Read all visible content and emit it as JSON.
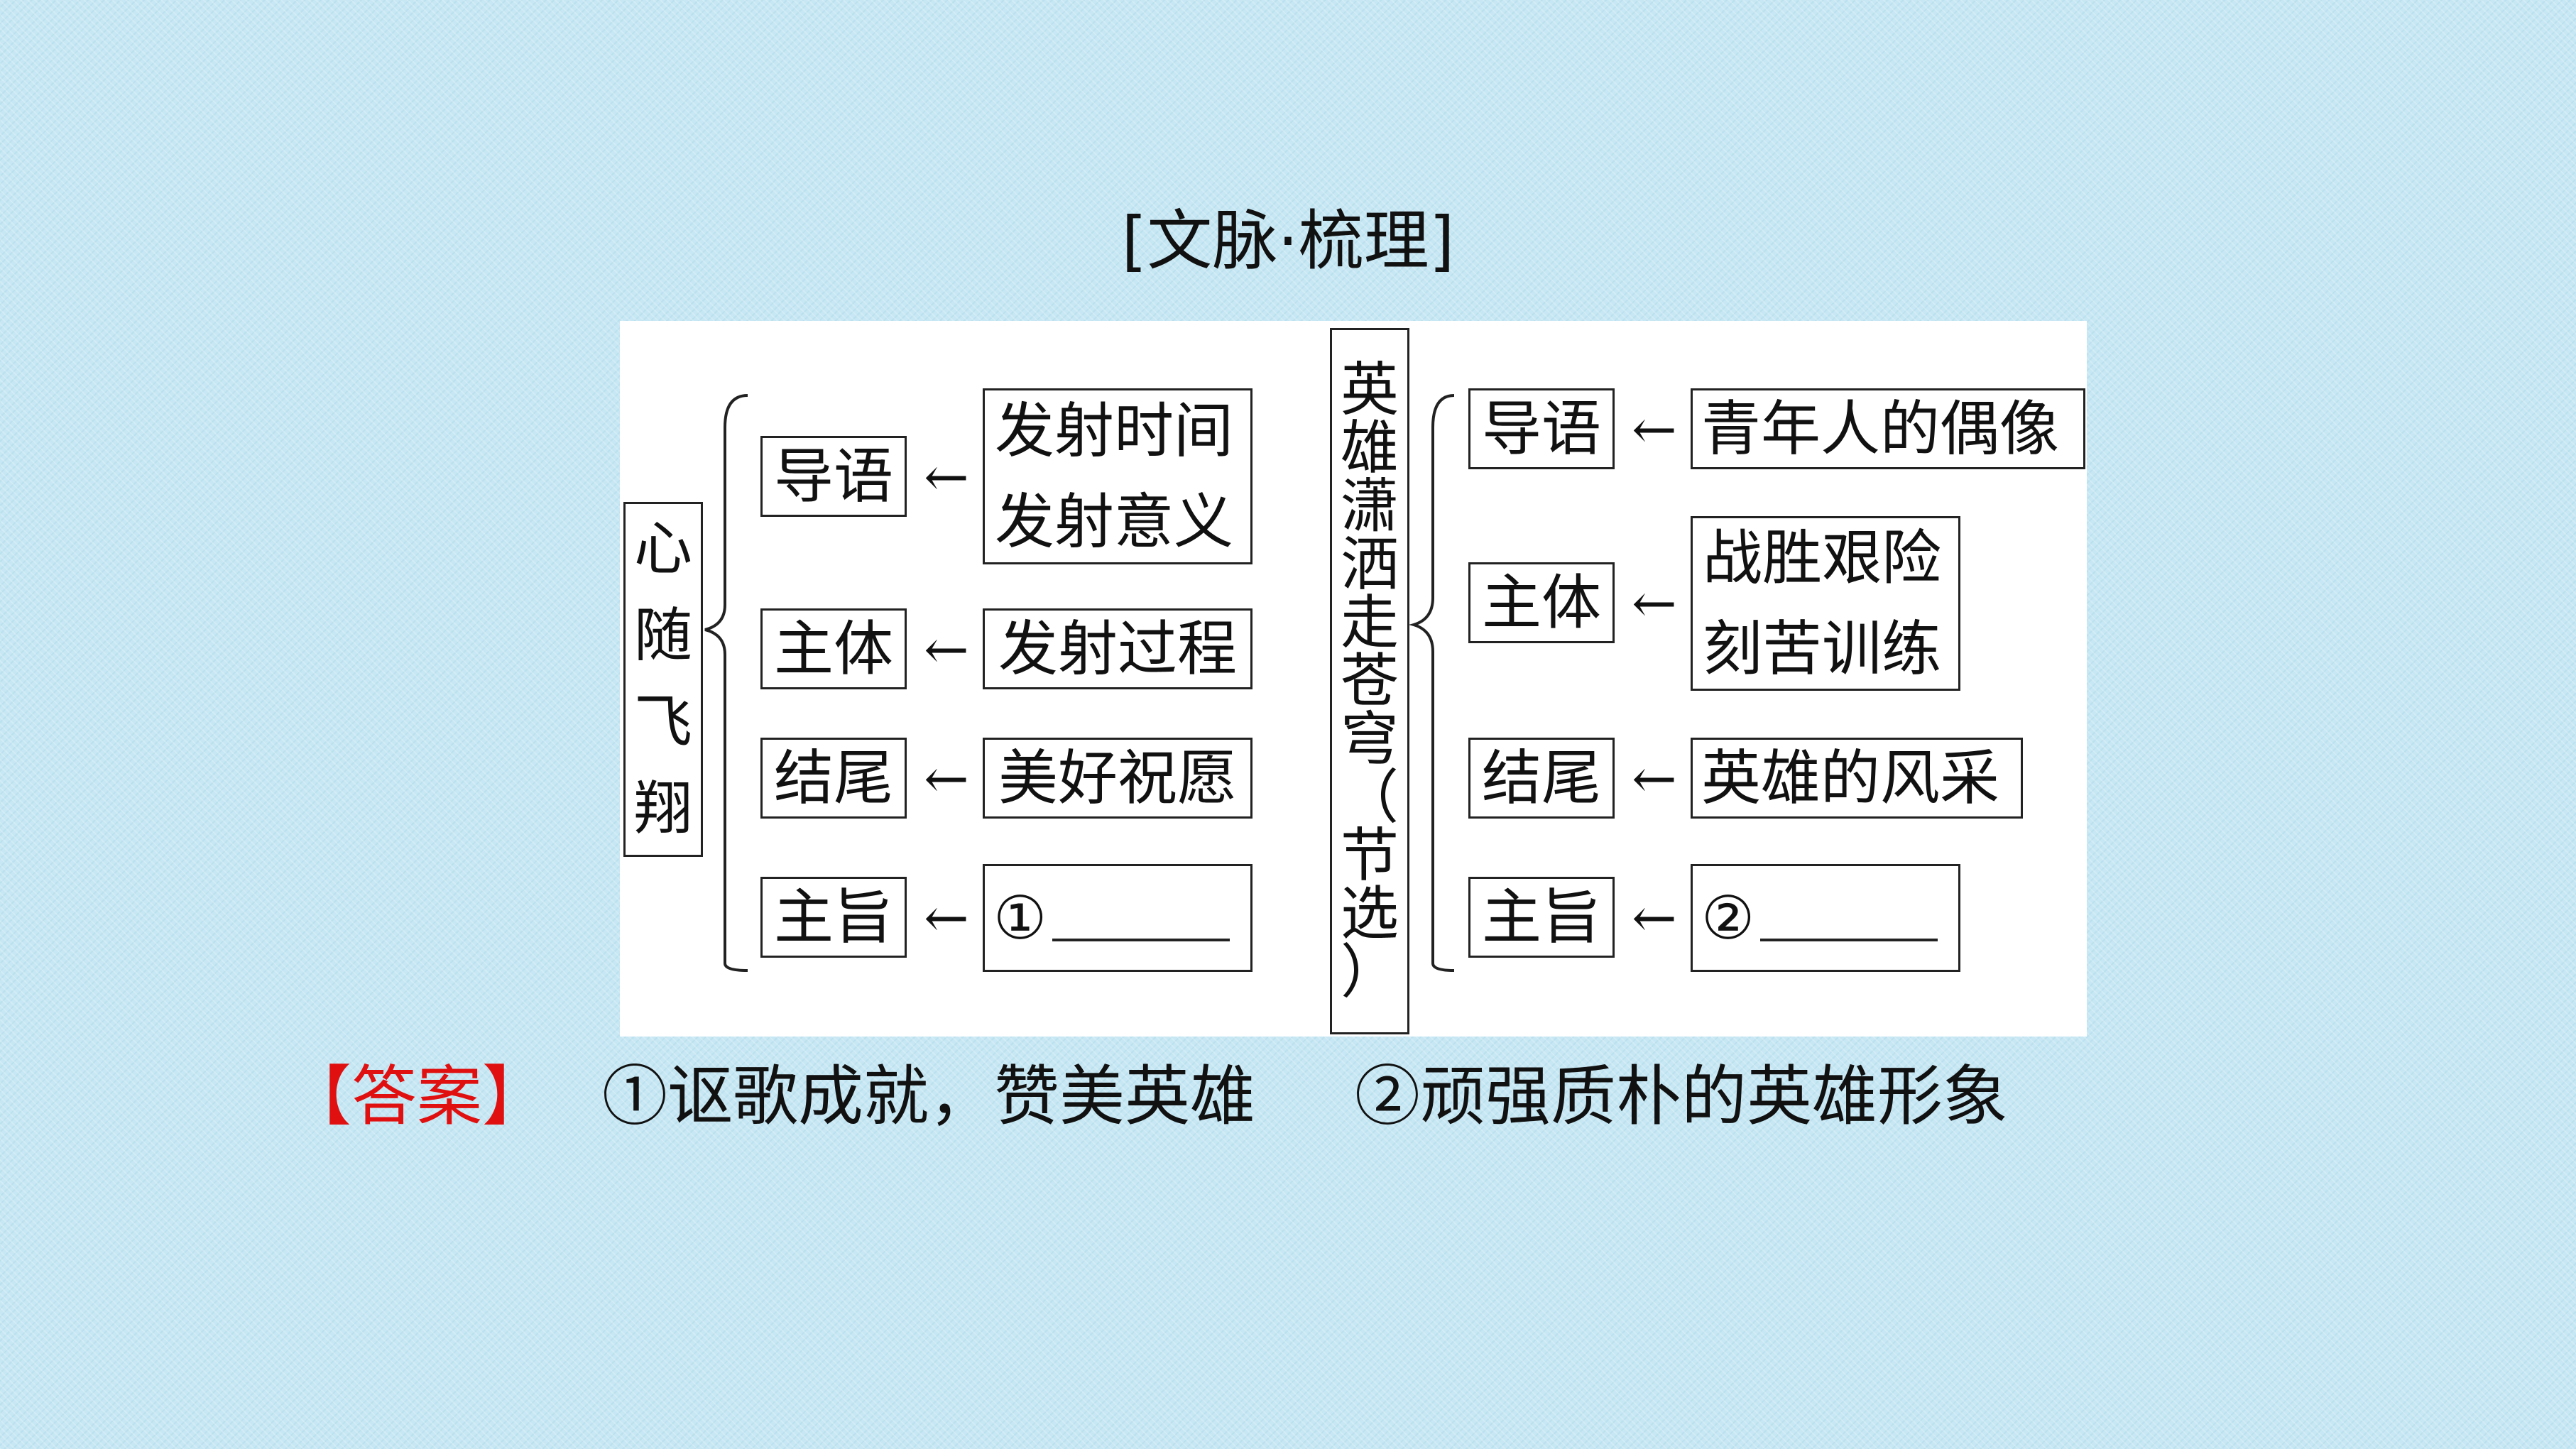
{
  "title": "[文脉·梳理]",
  "left": {
    "root": [
      "心",
      "随",
      "飞",
      "翔"
    ],
    "rows": [
      {
        "label": "导语",
        "lines": [
          "发射时间",
          "发射意义"
        ]
      },
      {
        "label": "主体",
        "lines": [
          "发射过程"
        ]
      },
      {
        "label": "结尾",
        "lines": [
          "美好祝愿"
        ]
      },
      {
        "label": "主旨",
        "marker": "①"
      }
    ]
  },
  "right": {
    "root": [
      "英",
      "雄",
      "潇",
      "洒",
      "走",
      "苍",
      "穹",
      "（",
      "节",
      "选",
      "）"
    ],
    "rows": [
      {
        "label": "导语",
        "lines": [
          "青年人的偶像"
        ]
      },
      {
        "label": "主体",
        "lines": [
          "战胜艰险",
          "刻苦训练"
        ]
      },
      {
        "label": "结尾",
        "lines": [
          "英雄的风采"
        ]
      },
      {
        "label": "主旨",
        "marker": "②"
      }
    ]
  },
  "arrow": "←",
  "answer": {
    "label": "【答案】",
    "item1": "①讴歌成就，赞美英雄",
    "item2": "②顽强质朴的英雄形象"
  }
}
